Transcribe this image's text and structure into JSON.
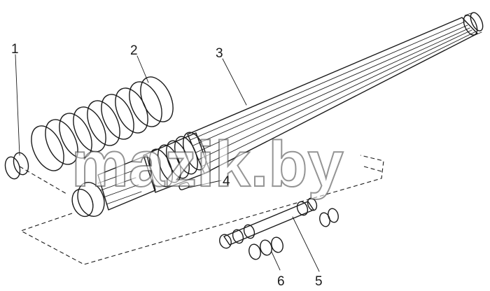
{
  "callouts": [
    {
      "id": "1",
      "label": "1"
    },
    {
      "id": "2",
      "label": "2"
    },
    {
      "id": "3",
      "label": "3"
    },
    {
      "id": "4",
      "label": "4"
    },
    {
      "id": "5",
      "label": "5"
    },
    {
      "id": "6",
      "label": "6"
    }
  ],
  "watermark": "mazik.by",
  "colors": {
    "ink": "#1a1a1a",
    "background": "#ffffff"
  }
}
